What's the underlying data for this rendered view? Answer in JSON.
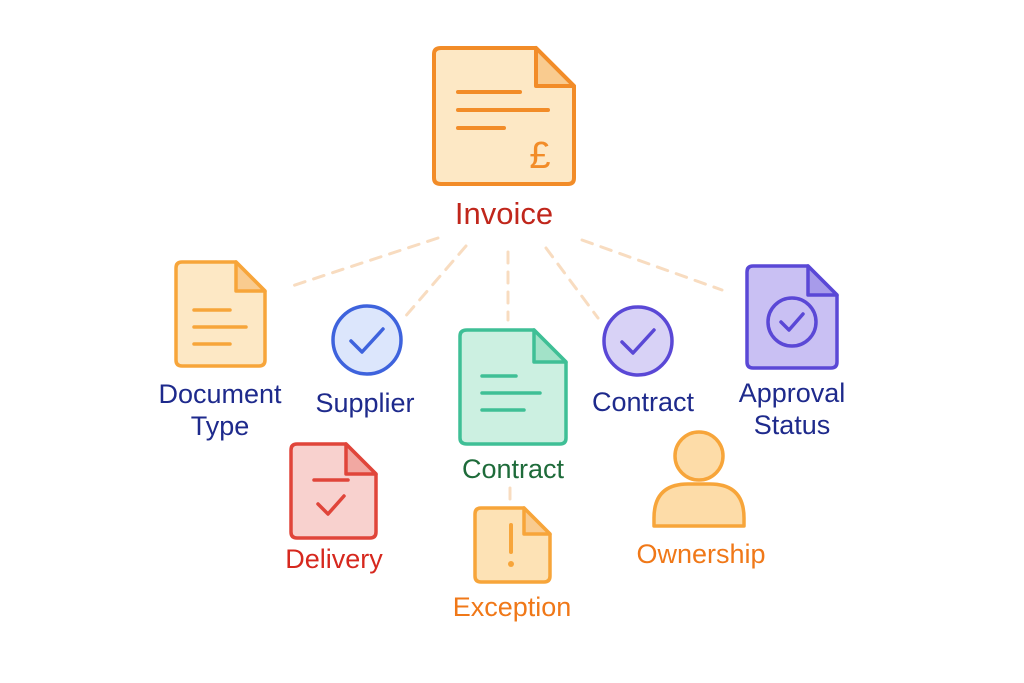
{
  "root": {
    "label": "Invoice",
    "icon": "invoice-pound-document-icon",
    "color": "#F28C28",
    "label_color": "#C0261B"
  },
  "nodes": [
    {
      "id": "document-type",
      "label_lines": [
        "Document",
        "Type"
      ],
      "icon": "document-lines-icon",
      "color": "#F7A53A",
      "label_color": "#1E2A8C"
    },
    {
      "id": "supplier",
      "label_lines": [
        "Supplier"
      ],
      "icon": "check-circle-icon",
      "color": "#3E63DD",
      "label_color": "#1E2A8C"
    },
    {
      "id": "contract-center",
      "label_lines": [
        "Contract"
      ],
      "icon": "document-lines-icon",
      "color": "#3FBF96",
      "label_color": "#1E6B3A"
    },
    {
      "id": "contract-right",
      "label_lines": [
        "Contract"
      ],
      "icon": "check-circle-icon",
      "color": "#5A48D6",
      "label_color": "#1E2A8C"
    },
    {
      "id": "approval-status",
      "label_lines": [
        "Approval",
        "Status"
      ],
      "icon": "document-check-circle-icon",
      "color": "#5A48D6",
      "label_color": "#1E2A8C"
    },
    {
      "id": "delivery",
      "label_lines": [
        "Delivery"
      ],
      "icon": "document-check-icon",
      "color": "#E0453A",
      "label_color": "#D6281E"
    },
    {
      "id": "exception",
      "label_lines": [
        "Exception"
      ],
      "icon": "document-exclamation-icon",
      "color": "#F7A53A",
      "label_color": "#F07818"
    },
    {
      "id": "ownership",
      "label_lines": [
        "Ownership"
      ],
      "icon": "person-icon",
      "color": "#F7A53A",
      "label_color": "#F07818"
    }
  ]
}
